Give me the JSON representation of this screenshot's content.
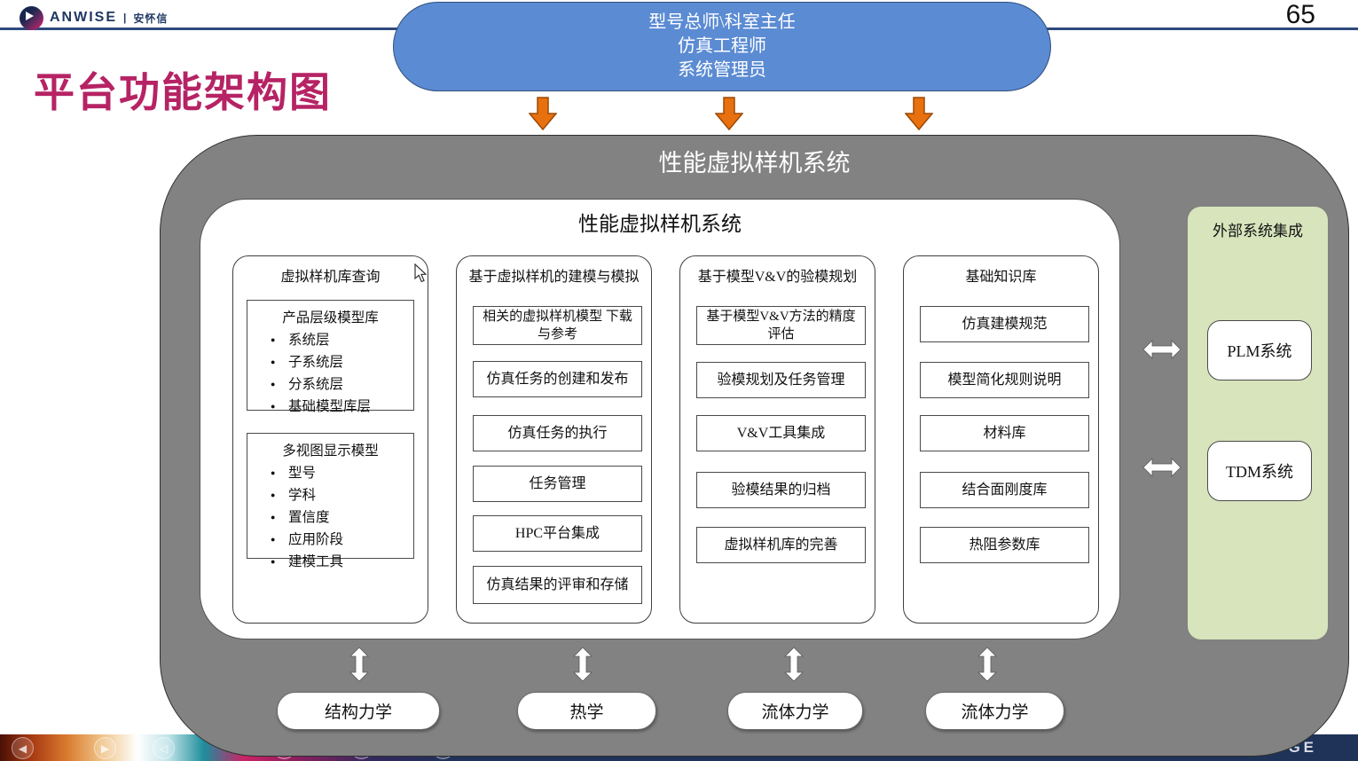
{
  "header": {
    "brand": "ANWISE",
    "brand_divider": "|",
    "brand_cn": "安怀信",
    "page_number": "65",
    "slide_title": "平台功能架构图"
  },
  "roles_box": {
    "line1": "型号总师\\科室主任",
    "line2": "仿真工程师",
    "line3": "系统管理员"
  },
  "system": {
    "outer_title": "性能虚拟样机系统",
    "inner_title": "性能虚拟样机系统",
    "columns": [
      {
        "header": "虚拟样机库查询",
        "groups": [
          {
            "title": "产品层级模型库",
            "bullets": [
              "系统层",
              "子系统层",
              "分系统层",
              "基础模型库层"
            ]
          },
          {
            "title": "多视图显示模型",
            "bullets": [
              "型号",
              "学科",
              "置信度",
              "应用阶段",
              "建模工具"
            ]
          }
        ]
      },
      {
        "header": "基于虚拟样机的建模与模拟",
        "items": [
          "相关的虚拟样机模型 下载与参考",
          "仿真任务的创建和发布",
          "仿真任务的执行",
          "任务管理",
          "HPC平台集成",
          "仿真结果的评审和存储"
        ]
      },
      {
        "header": "基于模型V&V的验模规划",
        "items": [
          "基于模型V&V方法的精度 评估",
          "验模规划及任务管理",
          "V&V工具集成",
          "验模结果的归档",
          "虚拟样机库的完善"
        ]
      },
      {
        "header": "基础知识库",
        "items": [
          "仿真建模规范",
          "模型简化规则说明",
          "材料库",
          "结合面刚度库",
          "热阻参数库"
        ]
      }
    ]
  },
  "external": {
    "title": "外部系统集成",
    "systems": [
      "PLM系统",
      "TDM系统"
    ]
  },
  "disciplines": [
    "结构力学",
    "热学",
    "流体力学",
    "流体力学"
  ],
  "footer": {
    "partial_text": "GE",
    "toolbar": [
      {
        "name": "prev",
        "glyph": "◀"
      },
      {
        "name": "next",
        "glyph": "▶"
      },
      {
        "name": "collapse",
        "glyph": "◁"
      },
      {
        "name": "frames",
        "glyph": "▣"
      },
      {
        "name": "zoom",
        "glyph": "⌕"
      },
      {
        "name": "more",
        "glyph": "⋯"
      }
    ]
  },
  "colors": {
    "accent_magenta": "#b62364",
    "roles_blue": "#5b8bd3",
    "arrow_orange": "#e36c0a",
    "container_gray": "#828282",
    "external_green": "#d7e4bc",
    "header_navy": "#1f3864",
    "footer_navy": "#1e3357"
  }
}
